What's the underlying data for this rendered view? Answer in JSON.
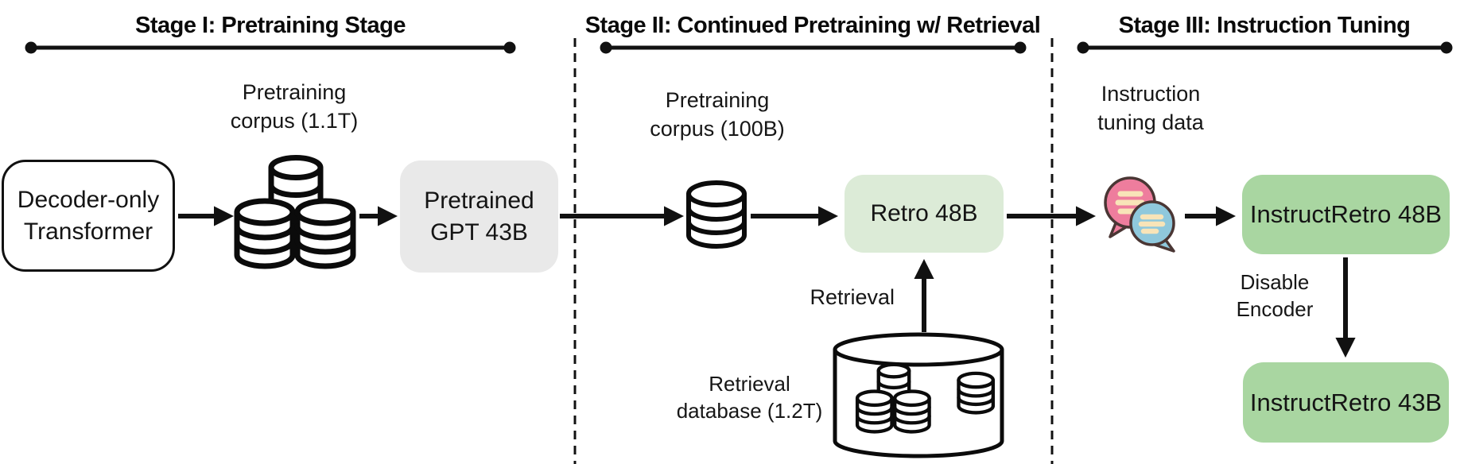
{
  "diagram": {
    "stages": [
      {
        "title": "Stage I: Pretraining Stage"
      },
      {
        "title": "Stage II: Continued Pretraining w/ Retrieval"
      },
      {
        "title": "Stage III: Instruction Tuning"
      }
    ],
    "nodes": {
      "decoder_transformer": {
        "line1": "Decoder-only",
        "line2": "Transformer"
      },
      "pretraining_corpus_1": {
        "line1": "Pretraining",
        "line2": "corpus (1.1T)"
      },
      "pretrained_gpt": {
        "line1": "Pretrained",
        "line2": "GPT 43B"
      },
      "pretraining_corpus_2": {
        "line1": "Pretraining",
        "line2": "corpus (100B)"
      },
      "retro_48b": {
        "label": "Retro 48B"
      },
      "retrieval_database": {
        "line1": "Retrieval",
        "line2": "database (1.2T)"
      },
      "instruction_tuning_data": {
        "line1": "Instruction",
        "line2": "tuning data"
      },
      "instructretro_48b": {
        "label": "InstructRetro 48B"
      },
      "instructretro_43b": {
        "label": "InstructRetro 43B"
      }
    },
    "edge_labels": {
      "retrieval": "Retrieval",
      "disable_encoder_line1": "Disable",
      "disable_encoder_line2": "Encoder"
    },
    "icons": [
      "database-cluster-icon",
      "database-icon",
      "retrieval-database-icon",
      "chat-bubbles-icon"
    ],
    "colors": {
      "pretrained_box": "#e9e9e9",
      "retro_box": "#dcebd7",
      "instructretro_box": "#a9d6a1",
      "line": "#111111",
      "chat_pink": "#ee7d9d",
      "chat_blue": "#8fc8dc",
      "chat_text_lines": "#f8e4b8",
      "chat_outline": "#4a3634"
    }
  }
}
